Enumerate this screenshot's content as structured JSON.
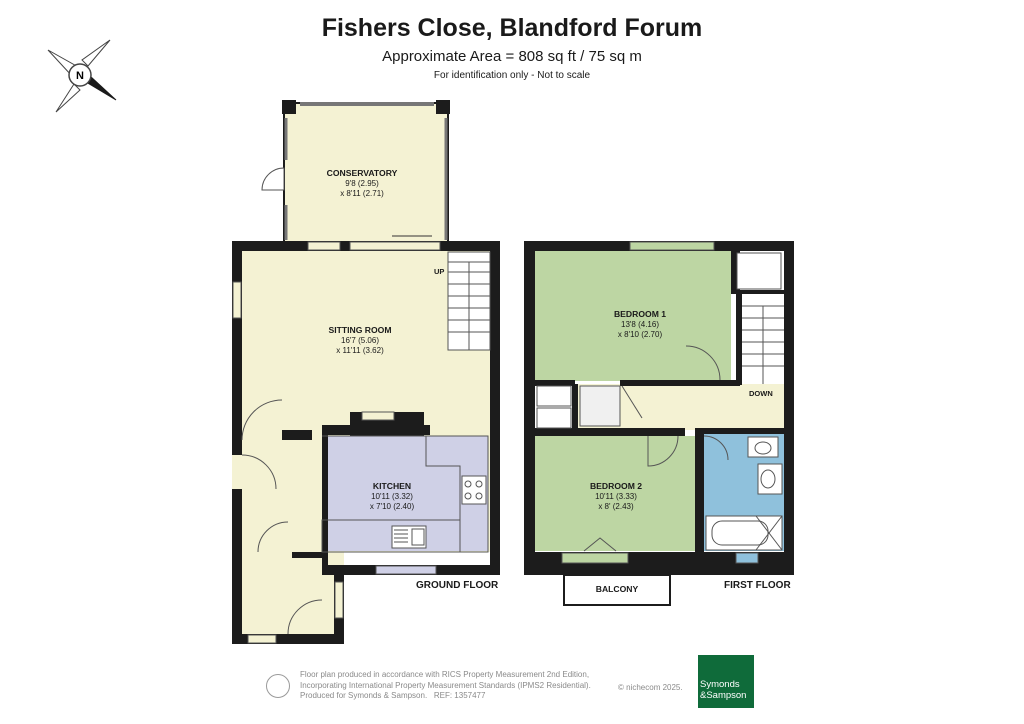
{
  "header": {
    "title": "Fishers Close, Blandford Forum",
    "area": "Approximate Area = 808 sq ft / 75 sq m",
    "note": "For identification only - Not to scale"
  },
  "compass": {
    "letter": "N"
  },
  "floors": {
    "ground": "GROUND FLOOR",
    "first": "FIRST FLOOR"
  },
  "rooms": {
    "conservatory": {
      "name": "CONSERVATORY",
      "dim1": "9'8 (2.95)",
      "dim2": "x 8'11 (2.71)"
    },
    "sitting": {
      "name": "SITTING ROOM",
      "dim1": "16'7 (5.06)",
      "dim2": "x 11'11 (3.62)"
    },
    "kitchen": {
      "name": "KITCHEN",
      "dim1": "10'11 (3.32)",
      "dim2": "x 7'10 (2.40)"
    },
    "bedroom1": {
      "name": "BEDROOM 1",
      "dim1": "13'8 (4.16)",
      "dim2": "x 8'10 (2.70)"
    },
    "bedroom2": {
      "name": "BEDROOM 2",
      "dim1": "10'11 (3.33)",
      "dim2": "x 8' (2.43)"
    },
    "balcony": {
      "name": "BALCONY"
    }
  },
  "stairs": {
    "up": "UP",
    "down": "DOWN"
  },
  "footer": {
    "line1": "Floor plan produced in accordance with RICS Property Measurement 2nd Edition,",
    "line2": "Incorporating International Property Measurement Standards (IPMS2 Residential).",
    "line3": "Produced for Symonds & Sampson.",
    "ref": "REF: 1357477",
    "copyright": "© nichecom 2025."
  },
  "logo": {
    "line1": "Symonds",
    "line2": "&Sampson"
  },
  "colors": {
    "wall": "#1c1c1c",
    "living": "#f4f2d3",
    "kitchen": "#cfd0e6",
    "bedroom": "#bdd6a3",
    "bathroom": "#8fc1dc",
    "brand": "#0f6b3a"
  }
}
